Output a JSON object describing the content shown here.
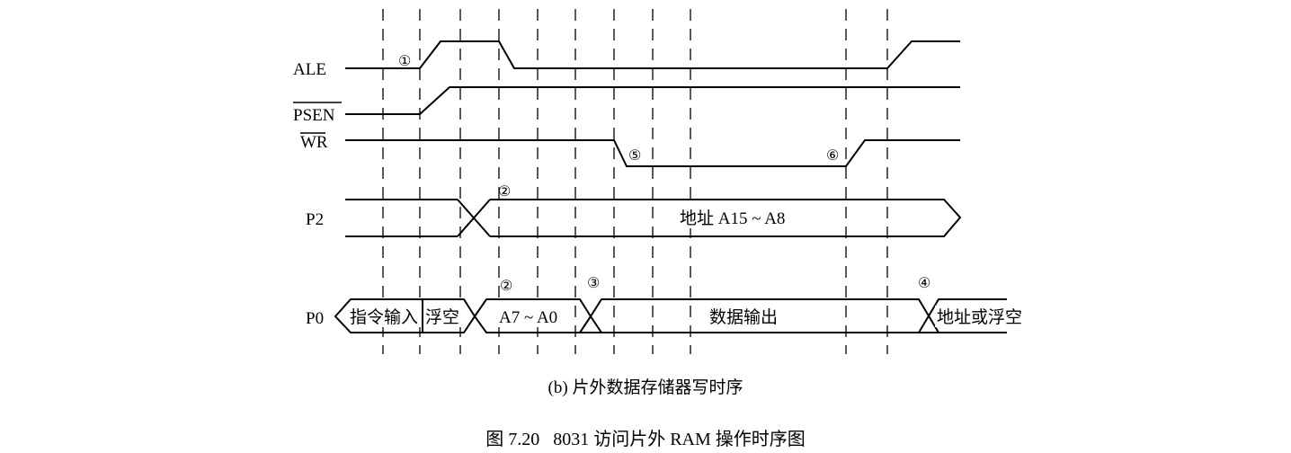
{
  "signals": {
    "ale": "ALE",
    "psen": "PSEN",
    "wr": "WR",
    "p2": "P2",
    "p0": "P0"
  },
  "markers": {
    "m1": "①",
    "m2a": "②",
    "m2b": "②",
    "m3": "③",
    "m4": "④",
    "m5": "⑤",
    "m6": "⑥"
  },
  "bus_labels": {
    "p2_address": "地址 A15 ~ A8",
    "p0_instruction_input": "指令输入",
    "p0_float": "浮空",
    "p0_low_address": "A7 ~ A0",
    "p0_data_output": "数据输出",
    "p0_address_or_float": "地址或浮空"
  },
  "caption": {
    "sub": "(b) 片外数据存储器写时序",
    "main": "图 7.20   8031 访问片外 RAM 操作时序图"
  }
}
